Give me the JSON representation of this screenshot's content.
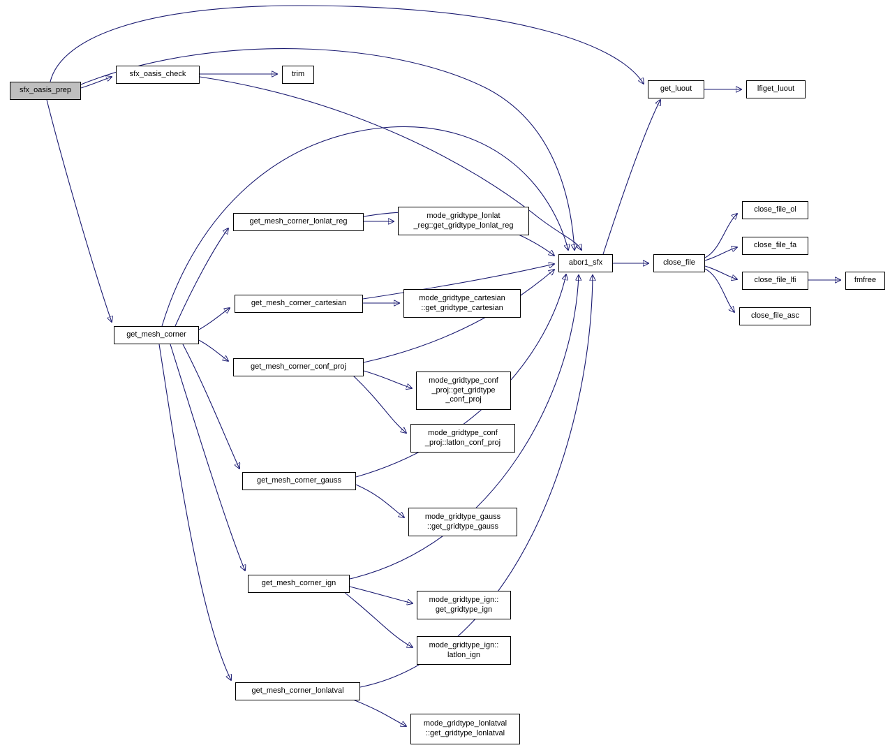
{
  "diagram": {
    "type": "doxygen-call-graph",
    "colors": {
      "edge": "#191970",
      "node_border": "#000000",
      "node_fill": "#ffffff",
      "highlight_fill": "#bfbfbf",
      "background": "#ffffff"
    },
    "nodes": {
      "sfx_oasis_prep": "sfx_oasis_prep",
      "sfx_oasis_check": "sfx_oasis_check",
      "trim": "trim",
      "get_luout": "get_luout",
      "lfiget_luout": "lfiget_luout",
      "abor1_sfx": "abor1_sfx",
      "close_file": "close_file",
      "close_file_ol": "close_file_ol",
      "close_file_fa": "close_file_fa",
      "close_file_lfi": "close_file_lfi",
      "close_file_asc": "close_file_asc",
      "fmfree": "fmfree",
      "get_mesh_corner": "get_mesh_corner",
      "get_mesh_corner_lonlat_reg": "get_mesh_corner_lonlat_reg",
      "m_lonlat_reg": "mode_gridtype_lonlat\n_reg::get_gridtype_lonlat_reg",
      "get_mesh_corner_cartesian": "get_mesh_corner_cartesian",
      "m_cartesian": "mode_gridtype_cartesian\n::get_gridtype_cartesian",
      "get_mesh_corner_conf_proj": "get_mesh_corner_conf_proj",
      "m_conf_proj_get": "mode_gridtype_conf\n_proj::get_gridtype\n_conf_proj",
      "m_conf_proj_latlon": "mode_gridtype_conf\n_proj::latlon_conf_proj",
      "get_mesh_corner_gauss": "get_mesh_corner_gauss",
      "m_gauss": "mode_gridtype_gauss\n::get_gridtype_gauss",
      "get_mesh_corner_ign": "get_mesh_corner_ign",
      "m_ign_get": "mode_gridtype_ign::\nget_gridtype_ign",
      "m_ign_latlon": "mode_gridtype_ign::\nlatlon_ign",
      "get_mesh_corner_lonlatval": "get_mesh_corner_lonlatval",
      "m_lonlatval": "mode_gridtype_lonlatval\n::get_gridtype_lonlatval"
    },
    "edges": [
      {
        "from": "sfx_oasis_prep",
        "to": "sfx_oasis_check"
      },
      {
        "from": "sfx_oasis_prep",
        "to": "get_luout"
      },
      {
        "from": "sfx_oasis_prep",
        "to": "abor1_sfx"
      },
      {
        "from": "sfx_oasis_prep",
        "to": "get_mesh_corner"
      },
      {
        "from": "sfx_oasis_check",
        "to": "trim"
      },
      {
        "from": "sfx_oasis_check",
        "to": "abor1_sfx"
      },
      {
        "from": "get_luout",
        "to": "lfiget_luout"
      },
      {
        "from": "abor1_sfx",
        "to": "get_luout"
      },
      {
        "from": "abor1_sfx",
        "to": "close_file"
      },
      {
        "from": "close_file",
        "to": "close_file_ol"
      },
      {
        "from": "close_file",
        "to": "close_file_fa"
      },
      {
        "from": "close_file",
        "to": "close_file_lfi"
      },
      {
        "from": "close_file",
        "to": "close_file_asc"
      },
      {
        "from": "close_file_lfi",
        "to": "fmfree"
      },
      {
        "from": "get_mesh_corner",
        "to": "get_mesh_corner_lonlat_reg"
      },
      {
        "from": "get_mesh_corner",
        "to": "get_mesh_corner_cartesian"
      },
      {
        "from": "get_mesh_corner",
        "to": "get_mesh_corner_conf_proj"
      },
      {
        "from": "get_mesh_corner",
        "to": "get_mesh_corner_gauss"
      },
      {
        "from": "get_mesh_corner",
        "to": "get_mesh_corner_ign"
      },
      {
        "from": "get_mesh_corner",
        "to": "get_mesh_corner_lonlatval"
      },
      {
        "from": "get_mesh_corner",
        "to": "abor1_sfx"
      },
      {
        "from": "get_mesh_corner_lonlat_reg",
        "to": "m_lonlat_reg"
      },
      {
        "from": "get_mesh_corner_lonlat_reg",
        "to": "abor1_sfx"
      },
      {
        "from": "get_mesh_corner_cartesian",
        "to": "m_cartesian"
      },
      {
        "from": "get_mesh_corner_cartesian",
        "to": "abor1_sfx"
      },
      {
        "from": "get_mesh_corner_conf_proj",
        "to": "m_conf_proj_get"
      },
      {
        "from": "get_mesh_corner_conf_proj",
        "to": "m_conf_proj_latlon"
      },
      {
        "from": "get_mesh_corner_conf_proj",
        "to": "abor1_sfx"
      },
      {
        "from": "get_mesh_corner_gauss",
        "to": "m_gauss"
      },
      {
        "from": "get_mesh_corner_gauss",
        "to": "abor1_sfx"
      },
      {
        "from": "get_mesh_corner_ign",
        "to": "m_ign_get"
      },
      {
        "from": "get_mesh_corner_ign",
        "to": "m_ign_latlon"
      },
      {
        "from": "get_mesh_corner_ign",
        "to": "abor1_sfx"
      },
      {
        "from": "get_mesh_corner_lonlatval",
        "to": "m_lonlatval"
      },
      {
        "from": "get_mesh_corner_lonlatval",
        "to": "abor1_sfx"
      }
    ]
  }
}
